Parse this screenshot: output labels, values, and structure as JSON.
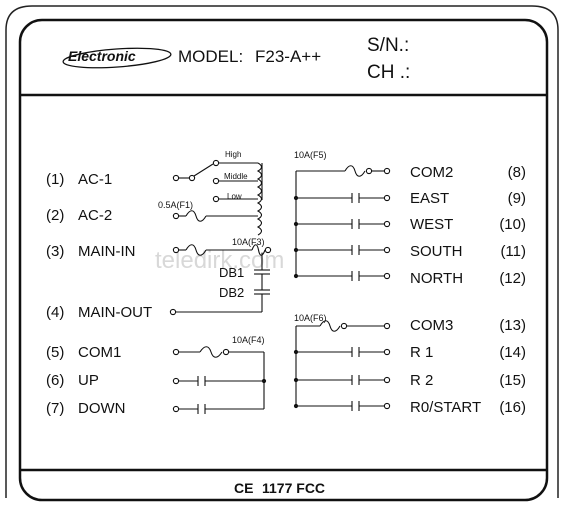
{
  "header": {
    "brand": "Electronic",
    "model_label": "MODEL:",
    "model_value": "F23-A++",
    "sn_label": "S/N.:",
    "ch_label": "CH .:"
  },
  "watermark": "teledirk.com",
  "left_terminals": [
    {
      "num": "(1)",
      "name": "AC-1"
    },
    {
      "num": "(2)",
      "name": "AC-2"
    },
    {
      "num": "(3)",
      "name": "MAIN-IN"
    },
    {
      "num": "(4)",
      "name": "MAIN-OUT"
    },
    {
      "num": "(5)",
      "name": "COM1"
    },
    {
      "num": "(6)",
      "name": "UP"
    },
    {
      "num": "(7)",
      "name": "DOWN"
    }
  ],
  "right_terminals": [
    {
      "name": "COM2",
      "num": "(8)"
    },
    {
      "name": "EAST",
      "num": "(9)"
    },
    {
      "name": "WEST",
      "num": "(10)"
    },
    {
      "name": "SOUTH",
      "num": "(11)"
    },
    {
      "name": "NORTH",
      "num": "(12)"
    },
    {
      "name": "COM3",
      "num": "(13)"
    },
    {
      "name": "R 1",
      "num": "(14)"
    },
    {
      "name": "R 2",
      "num": "(15)"
    },
    {
      "name": "R0/START",
      "num": "(16)"
    }
  ],
  "voltage_taps": [
    "High",
    "Middle",
    "Low"
  ],
  "fuses": {
    "f1": "0.5A(F1)",
    "f3": "10A(F3)",
    "f4": "10A(F4)",
    "f5": "10A(F5)",
    "f6": "10A(F6)"
  },
  "diodes": [
    "DB1",
    "DB2"
  ],
  "footer": {
    "ce": "CE",
    "text": "1177 FCC"
  }
}
